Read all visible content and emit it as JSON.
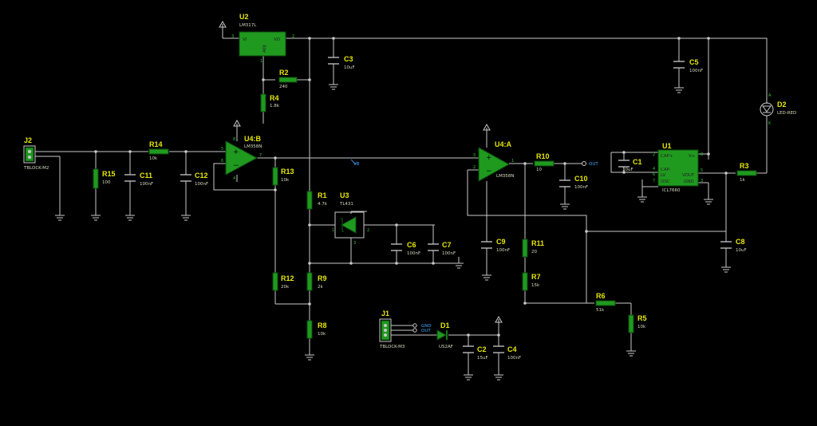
{
  "components": [
    {
      "id": "U2",
      "ref": "U2",
      "value": "LM317L",
      "pins": {
        "vi": "VI",
        "vo": "VO",
        "adj": "ADJ"
      },
      "pin_numbers": [
        "3",
        "2",
        "1"
      ]
    },
    {
      "id": "C3",
      "ref": "C3",
      "value": "10uF"
    },
    {
      "id": "R2",
      "ref": "R2",
      "value": "240"
    },
    {
      "id": "R4",
      "ref": "R4",
      "value": "1.8k"
    },
    {
      "id": "C5",
      "ref": "C5",
      "value": "100nF"
    },
    {
      "id": "D2",
      "ref": "D2",
      "value": "LED-RED"
    },
    {
      "id": "J2",
      "ref": "J2",
      "value": "TBLOCK-M2"
    },
    {
      "id": "R14",
      "ref": "R14",
      "value": "10k"
    },
    {
      "id": "R15",
      "ref": "R15",
      "value": "100"
    },
    {
      "id": "C11",
      "ref": "C11",
      "value": "100nF"
    },
    {
      "id": "C12",
      "ref": "C12",
      "value": "100nF"
    },
    {
      "id": "U4B",
      "ref": "U4:B",
      "value": "LM358N",
      "pin_numbers": [
        "5",
        "6",
        "7",
        "8",
        "4"
      ]
    },
    {
      "id": "R13",
      "ref": "R13",
      "value": "10k"
    },
    {
      "id": "R1",
      "ref": "R1",
      "value": "4.7k"
    },
    {
      "id": "U3",
      "ref": "U3",
      "value": "TL431",
      "pin_numbers": [
        "1",
        "2",
        "3"
      ]
    },
    {
      "id": "C6",
      "ref": "C6",
      "value": "100nF"
    },
    {
      "id": "C7",
      "ref": "C7",
      "value": "100nF"
    },
    {
      "id": "R12",
      "ref": "R12",
      "value": "20k"
    },
    {
      "id": "R9",
      "ref": "R9",
      "value": "2k"
    },
    {
      "id": "R8",
      "ref": "R8",
      "value": "10k"
    },
    {
      "id": "U4A",
      "ref": "U4:A",
      "value": "LM358N",
      "pin_numbers": [
        "3",
        "2",
        "1"
      ]
    },
    {
      "id": "R10",
      "ref": "R10",
      "value": "10"
    },
    {
      "id": "C10",
      "ref": "C10",
      "value": "100nF"
    },
    {
      "id": "C9",
      "ref": "C9",
      "value": "100nF"
    },
    {
      "id": "R11",
      "ref": "R11",
      "value": "20"
    },
    {
      "id": "R7",
      "ref": "R7",
      "value": "15k"
    },
    {
      "id": "R6",
      "ref": "R6",
      "value": "51k"
    },
    {
      "id": "R5",
      "ref": "R5",
      "value": "10k"
    },
    {
      "id": "C1",
      "ref": "C1",
      "value": "10uF"
    },
    {
      "id": "U1",
      "ref": "U1",
      "value": "ICL7660",
      "pins": {
        "capp": "CAP+",
        "capm": "CAP-",
        "lv": "LV",
        "osc": "OSC",
        "vp": "V+",
        "vout": "VOUT",
        "gnd": "GND"
      },
      "pin_numbers": [
        "2",
        "4",
        "6",
        "7",
        "8",
        "5",
        "3"
      ]
    },
    {
      "id": "R3",
      "ref": "R3",
      "value": "1k"
    },
    {
      "id": "C8",
      "ref": "C8",
      "value": "10uF"
    },
    {
      "id": "J1",
      "ref": "J1",
      "value": "TBLOCK-M3"
    },
    {
      "id": "D1",
      "ref": "D1",
      "value": "US2AF"
    },
    {
      "id": "C2",
      "ref": "C2",
      "value": "15uF"
    },
    {
      "id": "C4",
      "ref": "C4",
      "value": "100nF"
    }
  ],
  "nets": {
    "out": "OUT",
    "gnd": "GND",
    "mid": "OUT",
    "vb": "VB"
  }
}
